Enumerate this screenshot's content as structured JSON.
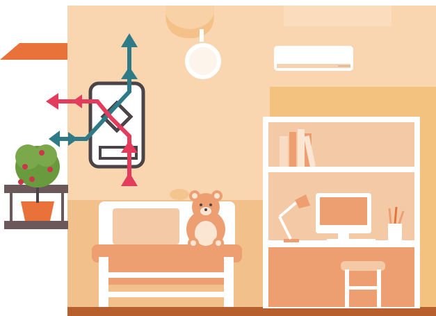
{
  "scene": {
    "room": "bedroom",
    "elements": [
      "ventilation-unit",
      "air-conditioner",
      "ceiling-lamp",
      "bookshelf-desk",
      "bed",
      "teddy-bear",
      "balcony-plant",
      "airflow-arrows"
    ]
  },
  "colors": {
    "wall": "#f7cda0",
    "wall_shadow": "#f0b878",
    "floor": "#b85f2e",
    "fresh_air_arrow": "#2e7a86",
    "exhaust_arrow": "#e43c5c",
    "unit_outline": "#4a4347",
    "furniture_white": "#ffffff",
    "accent_orange": "#e9956a",
    "roof_orange": "#e8723a"
  },
  "icons": {
    "ventilation": "heat-recovery-ventilator-icon",
    "arrows": "airflow-arrow-icon"
  }
}
